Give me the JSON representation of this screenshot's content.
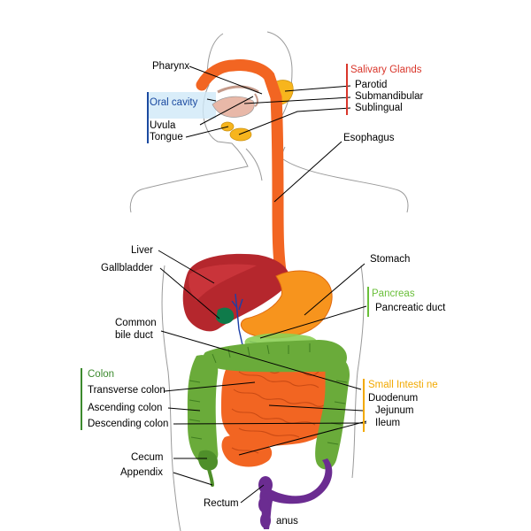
{
  "colors": {
    "esophagus": "#f26522",
    "stomach": "#f7941d",
    "liver": "#b5272d",
    "gallbladder": "#0f7a4a",
    "colon": "#6aab3a",
    "small_intestine": "#f26522",
    "rectum": "#6b2c91",
    "salivary_glands": "#f7b51d",
    "salivary_label": "#d9362b",
    "oral_label": "#1b4aa0",
    "oral_highlight": "#cfe8f7",
    "pancreas_label": "#6abf3a",
    "small_int_label": "#f2a900",
    "colon_label": "#3c8a2e",
    "outline": "#9a9a9a",
    "duct": "#1c3fa8"
  },
  "labels": {
    "pharynx": "Pharynx",
    "oral_cavity": "Oral cavity",
    "uvula": "Uvula",
    "tongue": "Tongue",
    "salivary_glands": "Salivary Glands",
    "parotid": "Parotid",
    "submandibular": "Submandibular",
    "sublingual": "Sublingual",
    "esophagus": "Esophagus",
    "liver": "Liver",
    "gallbladder": "Gallbladder",
    "stomach": "Stomach",
    "pancreas": "Pancreas",
    "pancreatic_duct": "Pancreatic duct",
    "common_bile_duct_line1": "Common",
    "common_bile_duct_line2": "bile duct",
    "colon": "Colon",
    "transverse_colon": "Transverse colon",
    "ascending_colon": "Ascending colon",
    "descending_colon": "Descending colon",
    "small_intestine": "Small Intesti ne",
    "duodenum": "Duodenum",
    "jejunum": "Jejunum",
    "ileum": "Ileum",
    "cecum": "Cecum",
    "appendix": "Appendix",
    "rectum": "Rectum",
    "anus": "anus"
  }
}
